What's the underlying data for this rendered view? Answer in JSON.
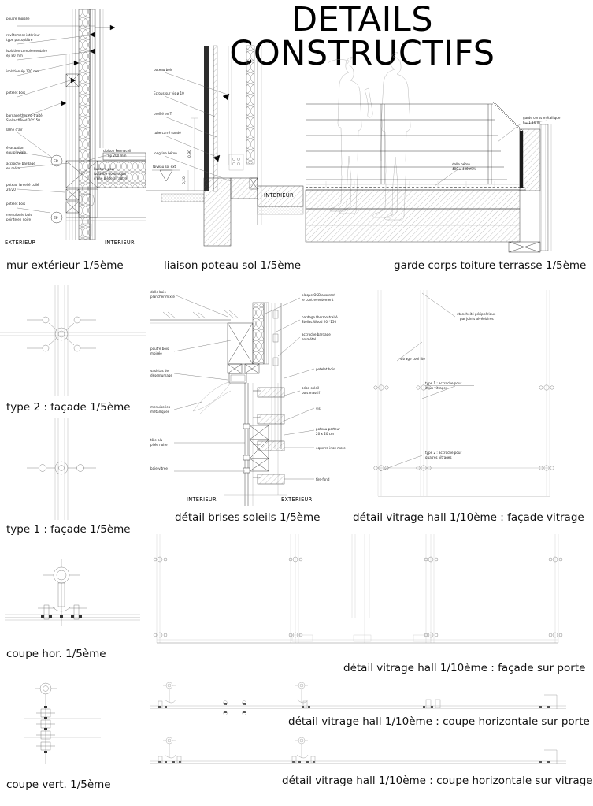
{
  "sheet": {
    "title": "DETAILS CONSTRUCTIFS"
  },
  "figures": [
    {
      "id": "mur-exterieur",
      "caption": "mur extérieur 1/5ème",
      "annotations": [
        "poutre moisée",
        "revêtement intérieur",
        "type placoplâtre",
        "isolation complémentaire",
        "ép 80 mm",
        "isolation ép 120 mm",
        "potelet bois",
        "bardage thermo-traité",
        "Stellac Wood 20*150",
        "lame d'air",
        "évacuation",
        "eau pluviale",
        "accroche bardage",
        "en métal",
        "poteau lamellé collé",
        "20/20",
        "potelet bois",
        "menuiserie bois",
        "peinte en noire",
        "cloison Fermacell",
        "ép 200 mm",
        "Rupture pour",
        "isolation acoustique",
        "d'une pièce à l'autre",
        "EP",
        "EXTERIEUR",
        "INTERIEUR"
      ]
    },
    {
      "id": "liaison-poteau-sol",
      "caption": "liaison poteau sol 1/5ème",
      "annotations": [
        "poteau bois",
        "Ecrous sur vis ø 10",
        "profilé en T",
        "tube carré soudé",
        "longrine béton",
        "Niveau sol ext",
        "INTERIEUR",
        "0,90",
        "0,20"
      ]
    },
    {
      "id": "garde-corps-toiture-terrasse",
      "caption": "garde corps toiture terrasse 1/5ème",
      "annotations": [
        "garde corps métallique",
        "h= 1,10 m",
        "dalle béton",
        "400 x 400 mm."
      ]
    },
    {
      "id": "type-2-facade",
      "caption": "type 2 : façade 1/5ème",
      "annotations": []
    },
    {
      "id": "type-1-facade",
      "caption": "type 1 : façade 1/5ème",
      "annotations": []
    },
    {
      "id": "detail-brises-soleils",
      "caption": "détail brises soleils 1/5ème",
      "annotations": [
        "dalle bois",
        "plancher mixte",
        "poutre bois",
        "moisée",
        "vasistas de",
        "désenfumage",
        "menuiseries",
        "métalliques",
        "tôle alu",
        "pliée noire",
        "baie vitrée",
        "plaque OSB assurant",
        "le contreventement",
        "bardage thermo-traité",
        "Stellac Wood 20 *150",
        "accroche bardage",
        "en métal",
        "brise-soleil",
        "bois massif",
        "potelet bois",
        "vis",
        "poteau porteur",
        "20 x 20 cm",
        "équerre inox mate",
        "tire-fond",
        "INTERIEUR",
        "EXTERIEUR"
      ]
    },
    {
      "id": "detail-vitrage-facade-vitrage",
      "caption": "détail vitrage hall 1/10ème : façade vitrage",
      "annotations": [
        "étanchéité périphérique",
        "par joints alvéolaires",
        "vitrage cool lite",
        "type 1 : accroche pour",
        "deux vitrages",
        "type 2 : accroche pour",
        "quatres vitrages"
      ]
    },
    {
      "id": "coupe-horizontale-5eme",
      "caption": "coupe hor. 1/5ème",
      "annotations": []
    },
    {
      "id": "coupe-verticale-5eme",
      "caption": "coupe vert. 1/5ème",
      "annotations": []
    },
    {
      "id": "detail-vitrage-facade-sur-porte",
      "caption": "détail vitrage hall 1/10ème : façade sur porte",
      "annotations": []
    },
    {
      "id": "detail-vitrage-coupe-horizontale-sur-porte",
      "caption": "détail vitrage hall 1/10ème : coupe horizontale sur porte",
      "annotations": []
    },
    {
      "id": "detail-vitrage-coupe-horizontale-sur-vitrage",
      "caption": "détail vitrage hall 1/10ème : coupe horizontale sur vitrage",
      "annotations": []
    }
  ],
  "colors": {
    "ink": "#1a1a1a",
    "line": "#2b2b2b",
    "light_line": "#9a9a9a",
    "hatch_grey": "#d9d9d9",
    "paper": "#ffffff"
  }
}
